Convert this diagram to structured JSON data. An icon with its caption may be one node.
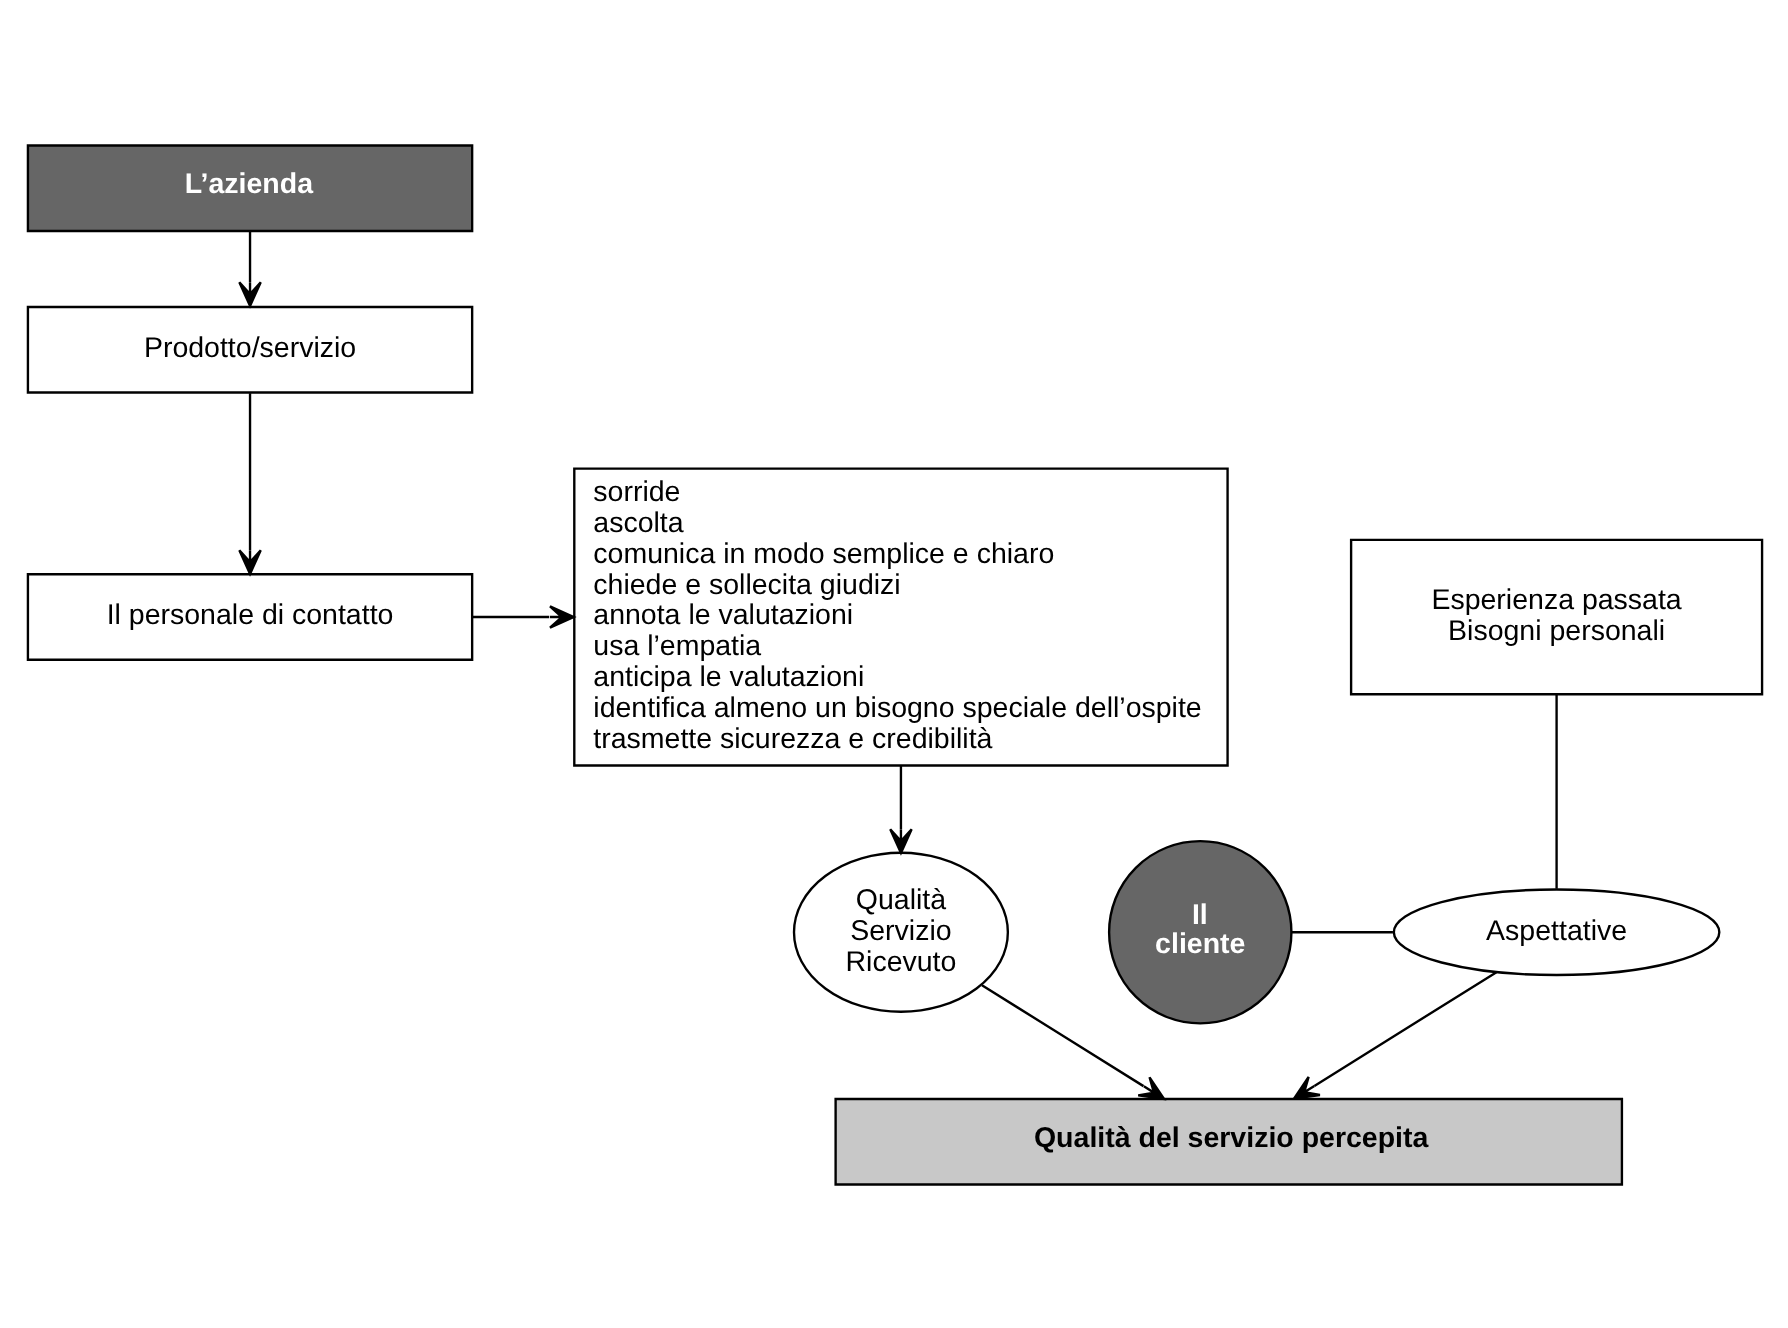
{
  "diagram": {
    "nodes": [
      {
        "text": [
          "L’azienda"
        ]
      },
      {
        "text": [
          "Prodotto/servizio"
        ]
      },
      {
        "text": [
          "Il personale di contatto"
        ]
      },
      {
        "text": [
          "sorride",
          "ascolta",
          "comunica in modo semplice e chiaro",
          "chiede e sollecita giudizi",
          "annota le valutazioni",
          "usa l’empatia",
          "anticipa le valutazioni",
          "identifica almeno un bisogno speciale dell’ospite",
          "trasmette sicurezza e credibilità"
        ]
      },
      {
        "text": [
          "Esperienza passata",
          "Bisogni personali"
        ]
      },
      {
        "text": [
          "Il cliente"
        ]
      },
      {
        "text": [
          "Aspettative"
        ]
      },
      {
        "text": [
          "Qualità Servizio Ricevuto"
        ]
      },
      {
        "text": [
          "Qualità del servizio percepita"
        ]
      }
    ],
    "edges": [
      {
        "from": 0,
        "to": 1,
        "arrow": "to"
      },
      {
        "from": 1,
        "to": 2,
        "arrow": "to"
      },
      {
        "from": 2,
        "to": 3,
        "arrow": "to"
      },
      {
        "from": 3,
        "to": 7,
        "arrow": "to"
      },
      {
        "from": 5,
        "to": 6,
        "arrow": "none"
      },
      {
        "from": 4,
        "to": 6,
        "arrow": "none"
      },
      {
        "from": 6,
        "to": 8,
        "arrow": "to"
      },
      {
        "from": 7,
        "to": 8,
        "arrow": "to"
      }
    ]
  }
}
